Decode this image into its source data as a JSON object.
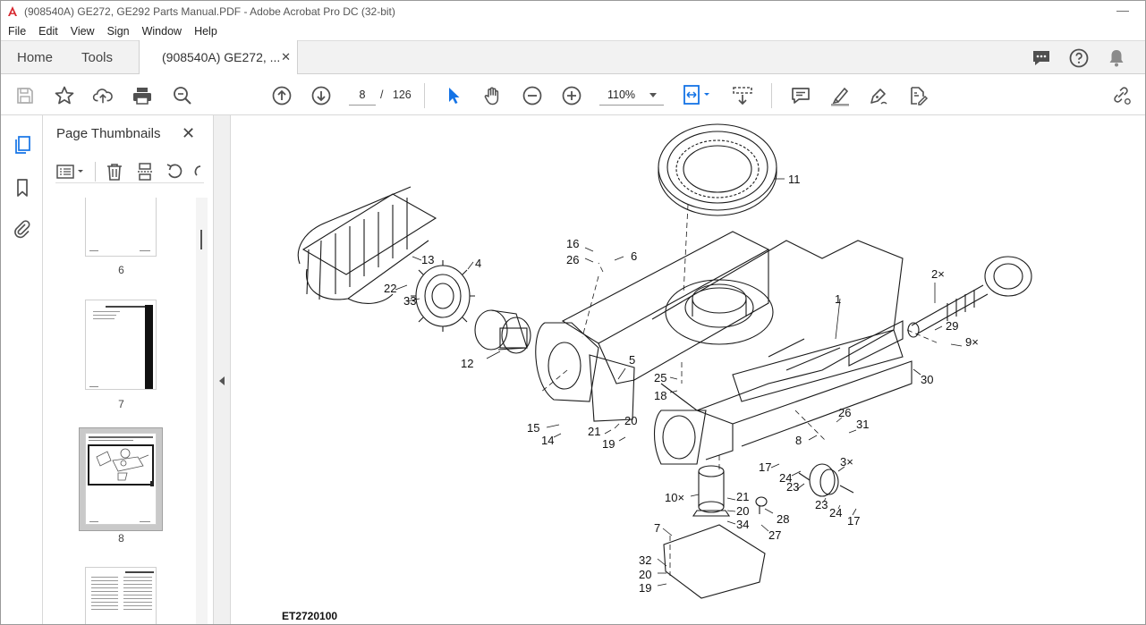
{
  "window": {
    "title": "(908540A) GE272, GE292 Parts Manual.PDF - Adobe Acrobat Pro DC (32-bit)",
    "minimize_glyph": "—"
  },
  "menu": [
    "File",
    "Edit",
    "View",
    "Sign",
    "Window",
    "Help"
  ],
  "tabs": {
    "home": "Home",
    "tools": "Tools",
    "document": "(908540A) GE272, ...",
    "close_glyph": "✕"
  },
  "tab_icons": [
    "comment-bubble-icon",
    "help-icon",
    "notification-bell-icon"
  ],
  "toolbar": {
    "current_page": "8",
    "page_separator": "/",
    "total_pages": "126",
    "zoom": "110%"
  },
  "panel": {
    "title": "Page Thumbnails",
    "close_glyph": "✕",
    "thumbnails": [
      {
        "label": "6",
        "selected": false
      },
      {
        "label": "7",
        "selected": false
      },
      {
        "label": "8",
        "selected": true
      },
      {
        "label": "",
        "selected": false
      }
    ]
  },
  "document": {
    "drawing_code": "ET2720100",
    "callouts": [
      "11",
      "13",
      "4",
      "16",
      "26",
      "6",
      "2×",
      "22",
      "33",
      "1",
      "29",
      "9×",
      "12",
      "5",
      "25",
      "18",
      "30",
      "20",
      "15",
      "21",
      "14",
      "19",
      "26",
      "31",
      "8",
      "3×",
      "17",
      "24",
      "23",
      "10×",
      "21",
      "20",
      "34",
      "28",
      "27",
      "23",
      "24",
      "17",
      "7",
      "32",
      "20",
      "19"
    ]
  },
  "colors": {
    "accent_blue": "#1473e6",
    "acrobat_red": "#d7282f",
    "icon_gray": "#505050"
  }
}
